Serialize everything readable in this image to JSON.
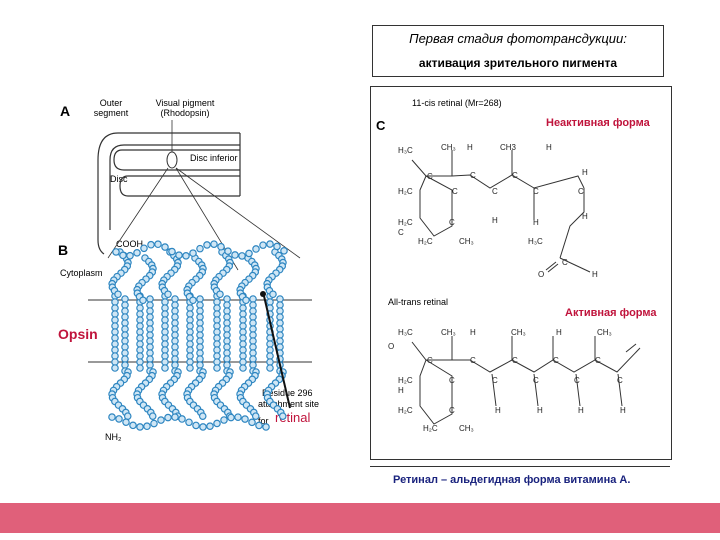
{
  "header": {
    "title_line1": "Первая стадия фототрансдукции:",
    "title_line2": "активация зрительного пигмента"
  },
  "panel_a": {
    "label": "A",
    "outer_segment": "Outer segment",
    "visual_pigment": "Visual pigment (Rhodopsin)",
    "disc_inferior": "Disc inferior",
    "disc": "Disc"
  },
  "panel_b": {
    "label": "B",
    "cooh": "COOH",
    "cytoplasm": "Cytoplasm",
    "opsin": "Opsin",
    "residue": "Residue 296",
    "attachment": "attachment site",
    "for": "for",
    "retinal": "retinal",
    "nh2": "NH₂"
  },
  "panel_c": {
    "label": "C",
    "cis_name": "11-cis retinal (Mr=268)",
    "inactive": "Неактивная форма",
    "trans_name": "All-trans retinal",
    "active": "Активная форма",
    "footer": "Ретинал – альдегидная форма витамина А."
  },
  "colors": {
    "accent": "#c0143c",
    "helix_bead": "#2e86c1",
    "bead_fill": "#cfe6f5",
    "bottom_strip": "#e0607a"
  }
}
